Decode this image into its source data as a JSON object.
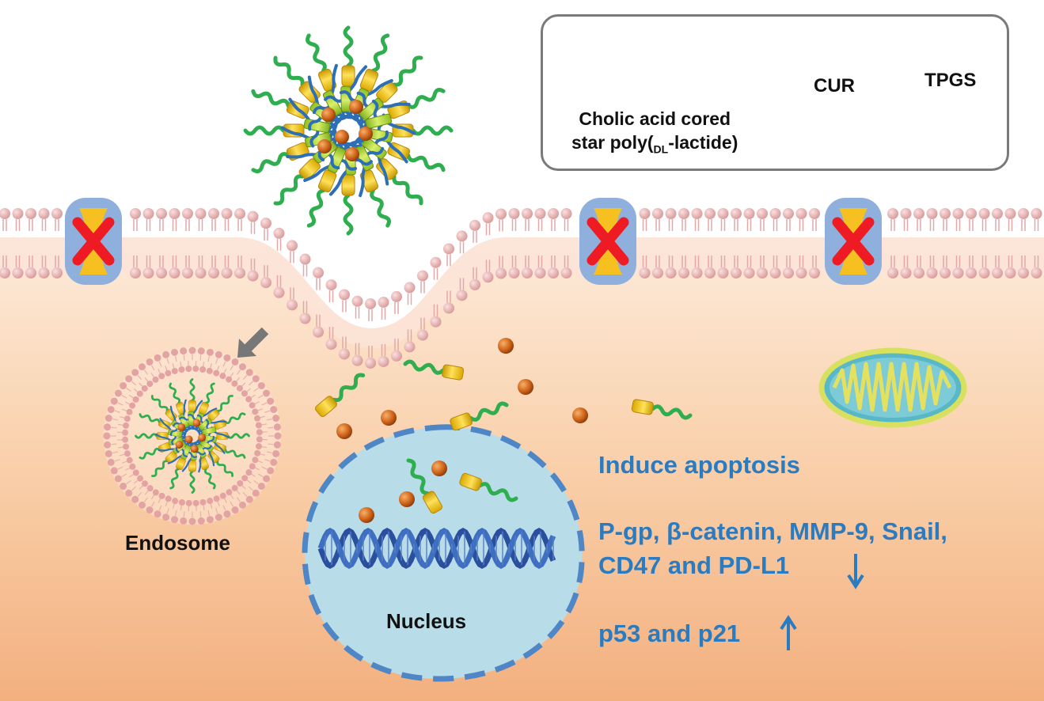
{
  "legend": {
    "star_polymer_label_line1": "Cholic acid cored",
    "star_polymer_label_line2_prefix": "star poly(",
    "star_polymer_label_line2_sub": "DL",
    "star_polymer_label_line2_suffix": "-lactide)",
    "cur_label": "CUR",
    "tpgs_label": "TPGS"
  },
  "labels": {
    "endosome": "Endosome",
    "nucleus": "Nucleus",
    "effect_apoptosis": "Induce apoptosis",
    "effect_down_line1": "P-gp, β-catenin, MMP-9, Snail,",
    "effect_down_line2": "CD47 and PD-L1",
    "effect_up": "p53 and p21"
  },
  "icons": {
    "down_arrow": "↓",
    "up_arrow": "↑"
  },
  "colors": {
    "cytoplasm_top": "#fde6d2",
    "cytoplasm_bottom": "#f4b383",
    "lipid_head": "#e8a8a8",
    "transporter_outer": "#8fb0dc",
    "transporter_inner": "#f5c020",
    "blocked_x": "#ee1b24",
    "tpgs_tail": "#2fae4f",
    "tpgs_head": "#f2c318",
    "pla_arm": "#2c6fb6",
    "cholic_core": "#a6d13a",
    "curcumin": "#d46a1a",
    "nucleus_fill": "#b8dde8",
    "nucleus_border": "#4f86c6",
    "effect_text": "#2a7bc0"
  }
}
